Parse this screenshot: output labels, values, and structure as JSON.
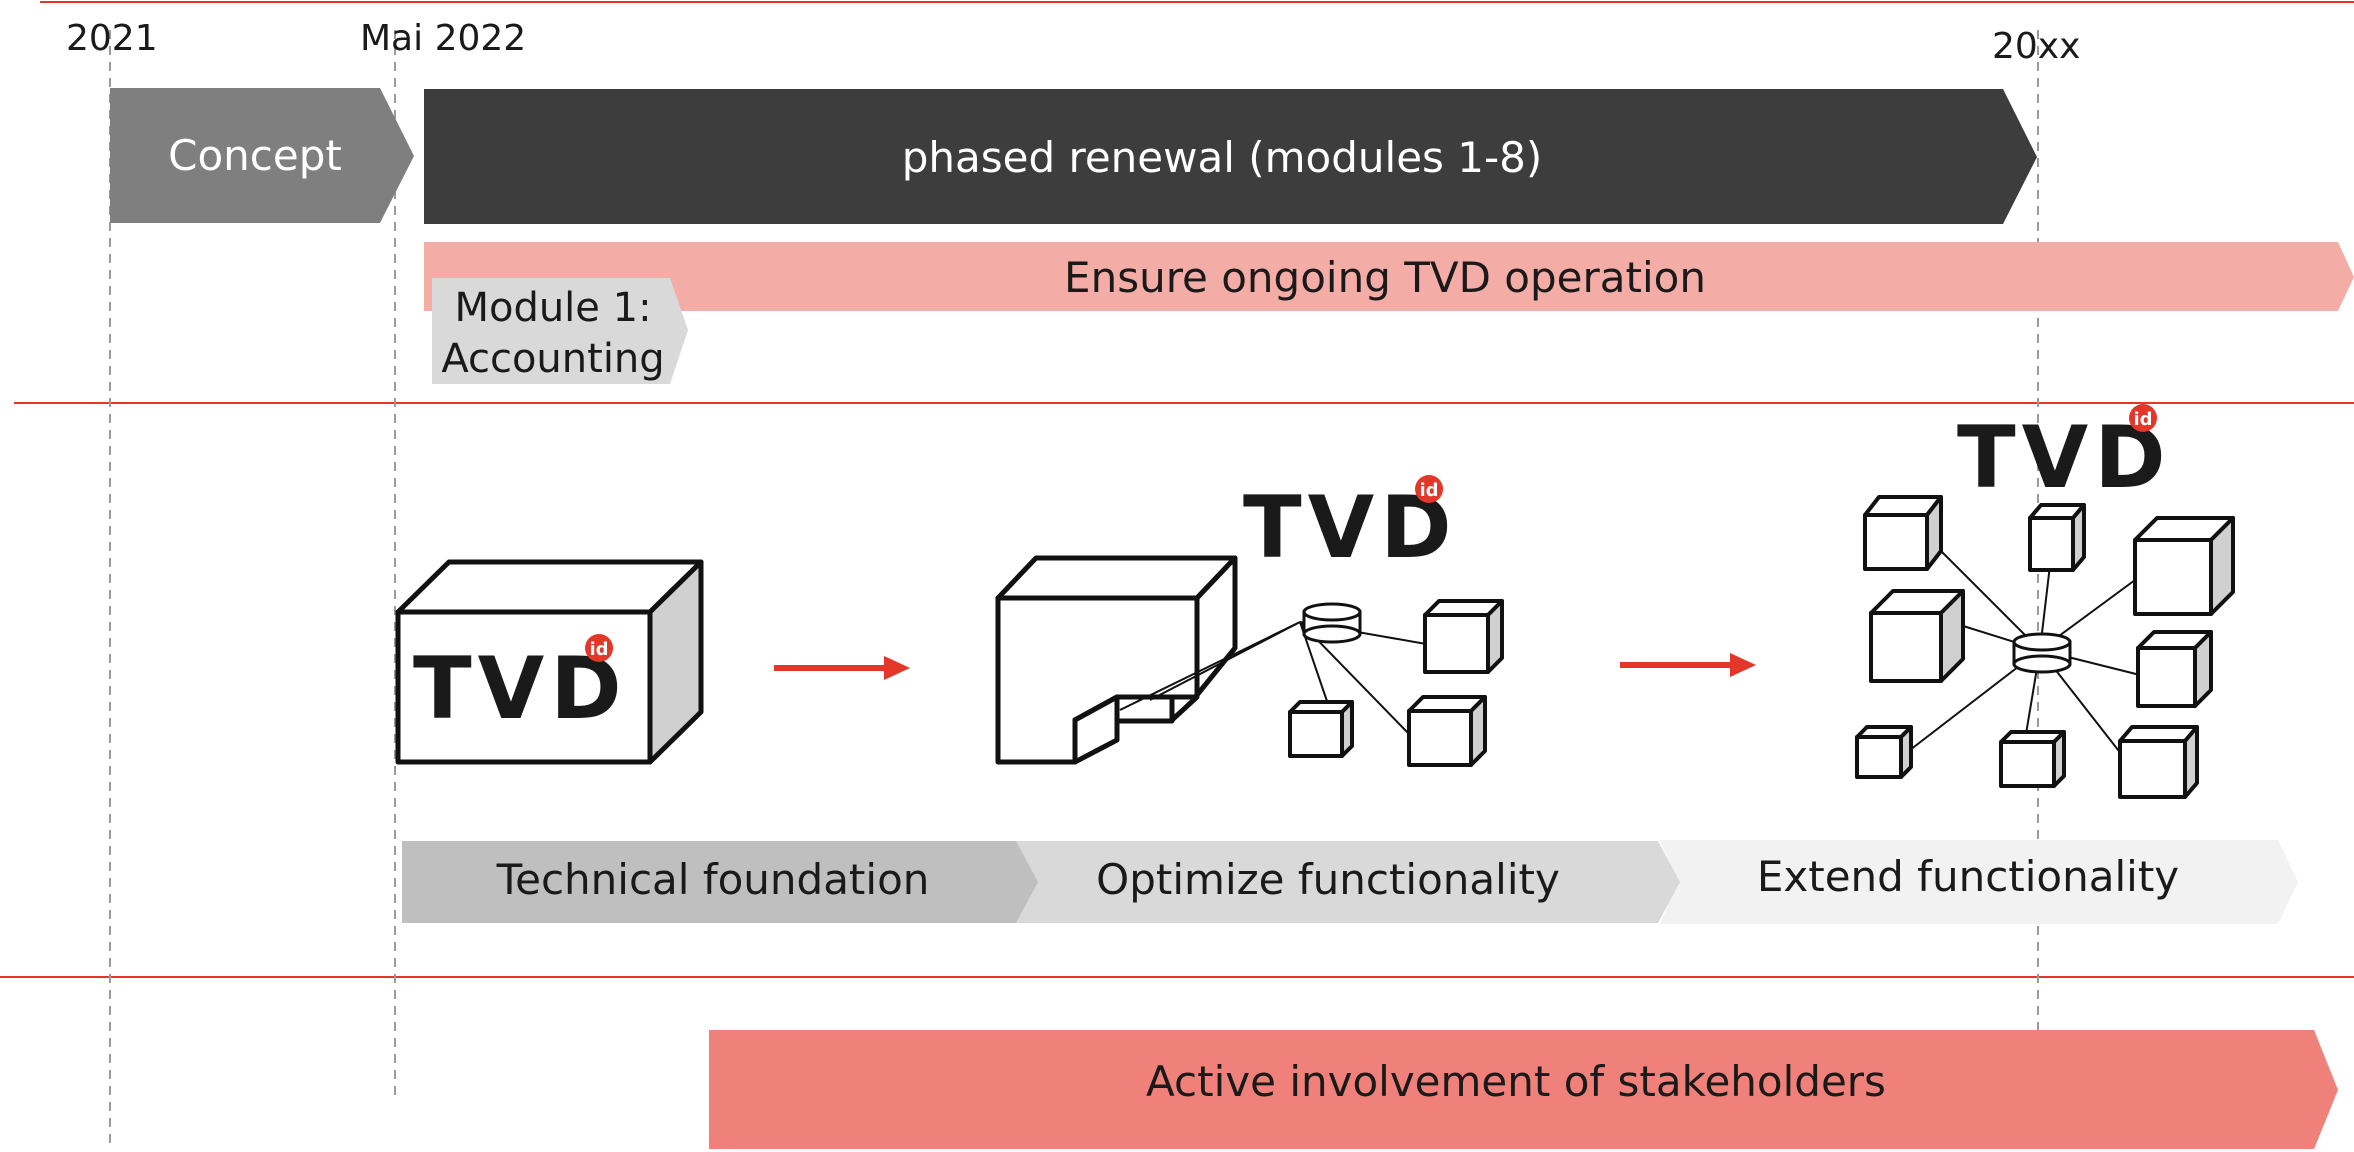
{
  "timeline": {
    "year_start": "2021",
    "year_mid": "Mai 2022",
    "year_end": "20xx"
  },
  "phases": {
    "concept": "Concept",
    "renewal": "phased renewal (modules 1-8)",
    "ongoing": "Ensure ongoing TVD operation",
    "module1_line1": "Module 1:",
    "module1_line2": "Accounting"
  },
  "steps": {
    "technical": "Technical foundation",
    "optimize": "Optimize functionality",
    "extend": "Extend functionality"
  },
  "stakeholders": "Active involvement of stakeholders",
  "logo": {
    "text": "TVD",
    "badge": "id"
  },
  "colors": {
    "red_line": "#e3372a",
    "concept": "#7f7f7f",
    "renewal": "#3d3d3d",
    "ongoing": "#f4aca6",
    "stakeholders": "#f0817a",
    "step1": "#bfbfbf",
    "step2": "#d9d9d9",
    "step3": "#f2f2f2",
    "arrow": "#e3372a"
  }
}
